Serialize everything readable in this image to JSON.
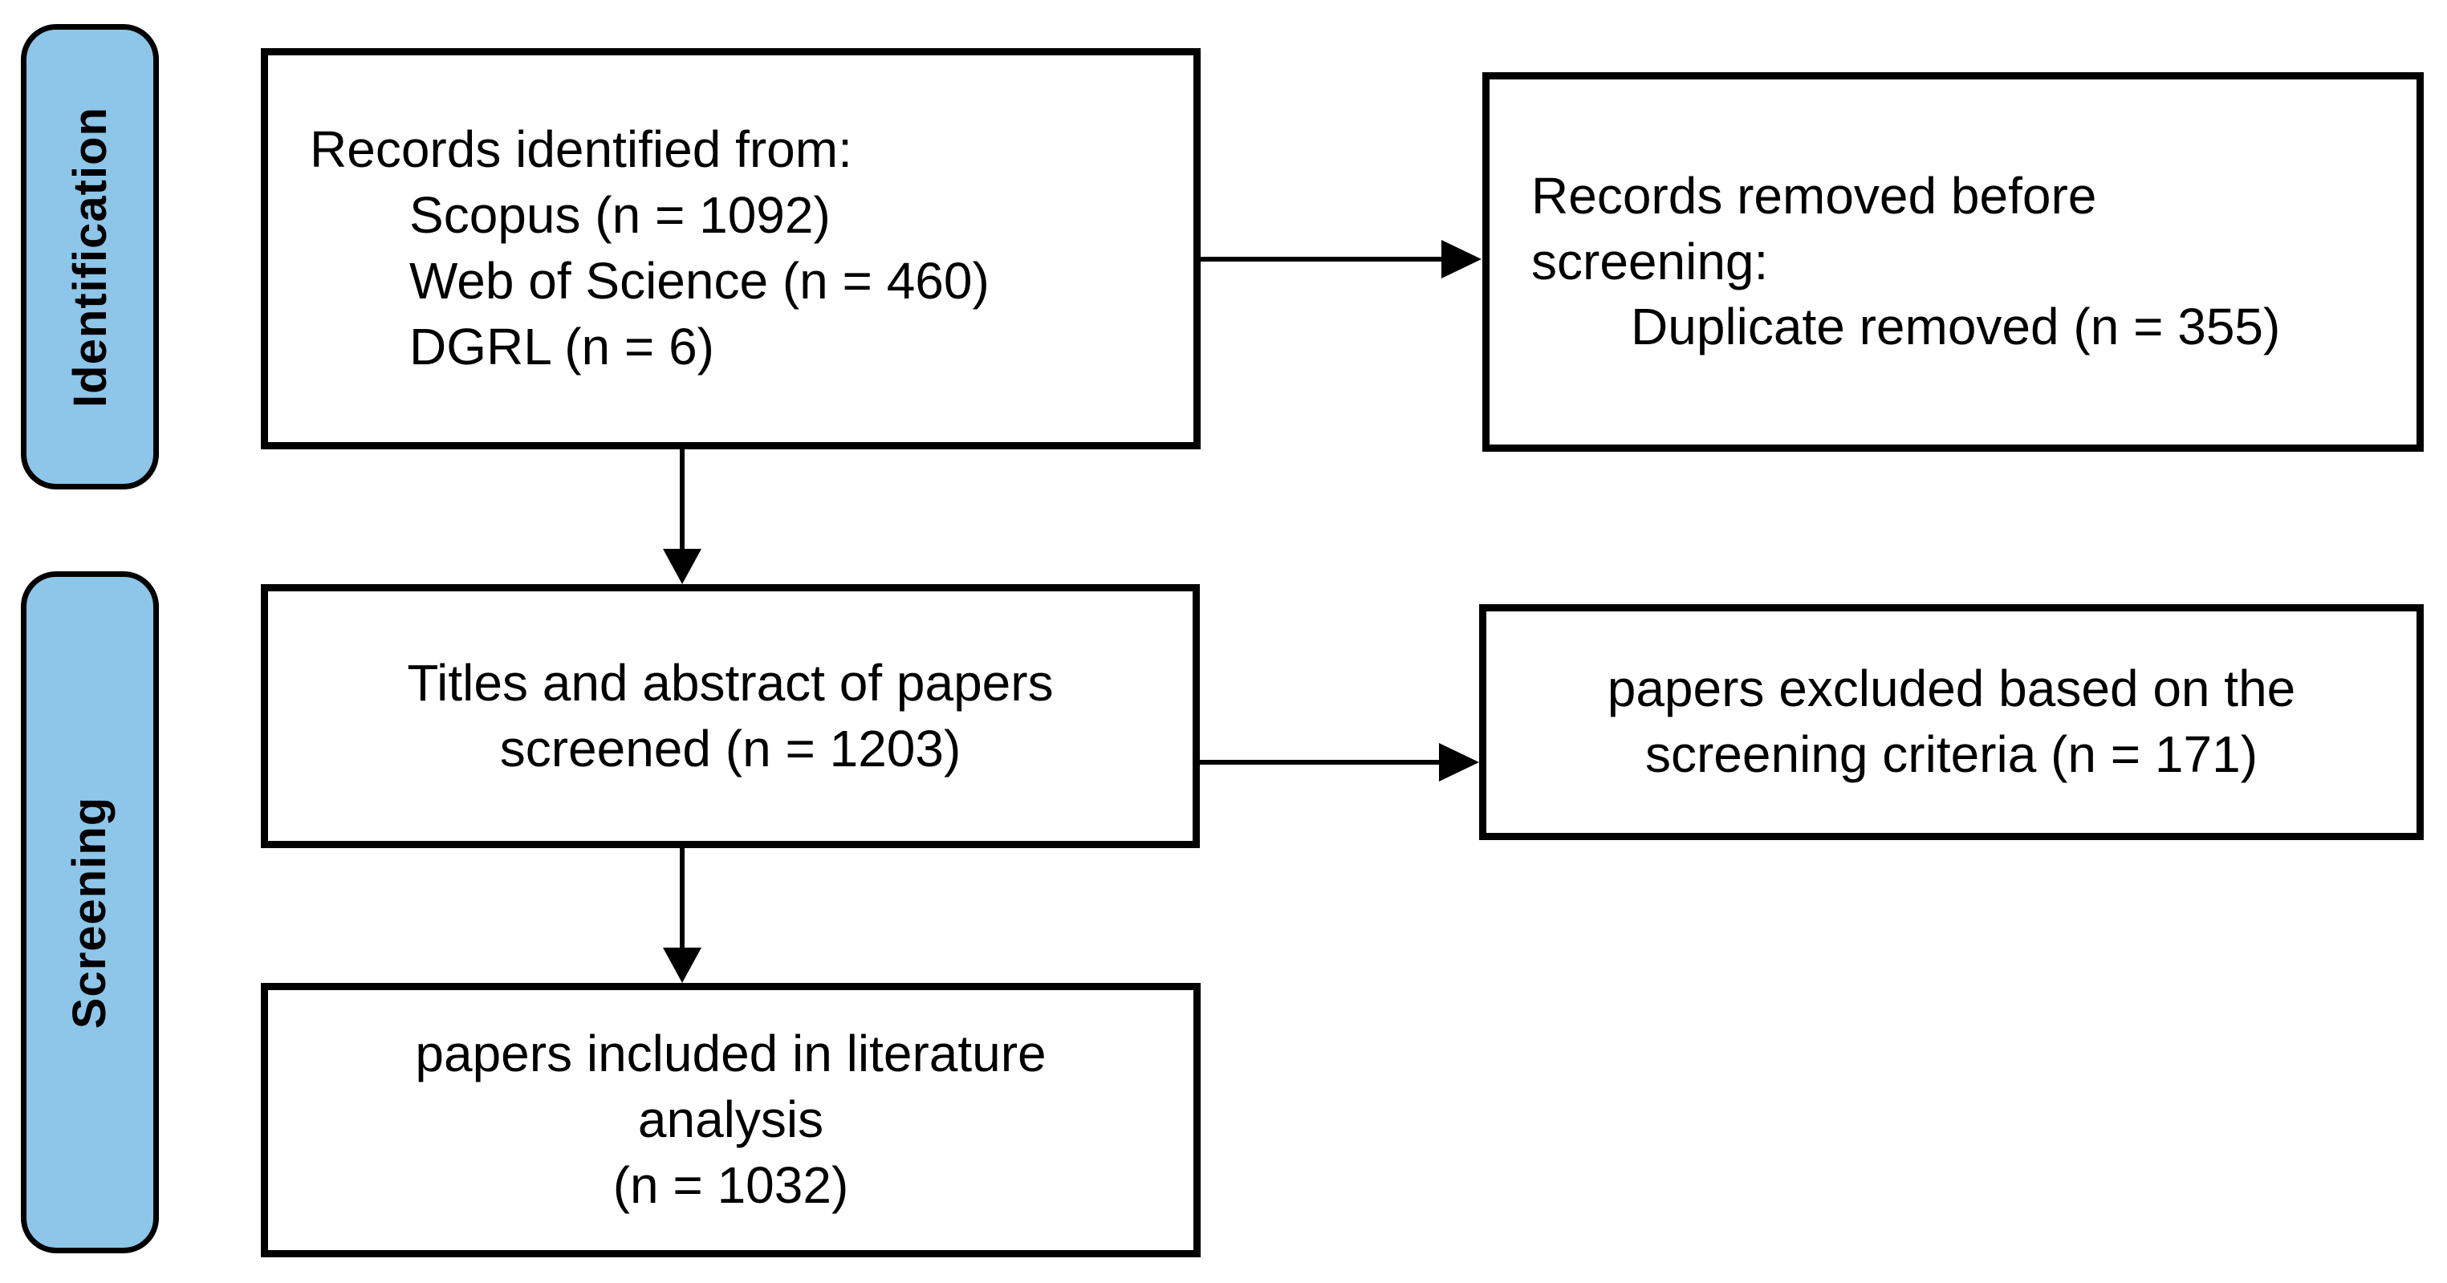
{
  "figure": {
    "type": "prisma-flow-diagram",
    "stages": [
      {
        "label": "Identification"
      },
      {
        "label": "Screening"
      }
    ],
    "boxes": [
      {
        "name": "records-identified",
        "heading": "Records identified from:",
        "items": [
          "Scopus (n = 1092)",
          "Web of Science (n = 460)",
          "DGRL (n = 6)"
        ]
      },
      {
        "name": "records-removed-before-screening",
        "heading": "Records removed before\nscreening:",
        "items": [
          "Duplicate removed (n = 355)"
        ]
      },
      {
        "name": "titles-abstracts-screened",
        "text": "Titles and abstract of papers\nscreened (n = 1203)"
      },
      {
        "name": "papers-excluded",
        "text": "papers excluded based on the\nscreening criteria (n = 171)"
      },
      {
        "name": "papers-included",
        "text": "papers included in literature\nanalysis\n(n = 1032)"
      }
    ],
    "counts": {
      "scopus": 1092,
      "web_of_science": 460,
      "dgrl": 6,
      "duplicates_removed": 355,
      "screened": 1203,
      "excluded": 171,
      "included": 1032
    },
    "colors": {
      "stage_fill": "#8DC6E8",
      "line": "#000000",
      "box_fill": "#FFFFFF",
      "background": "#FFFFFF"
    }
  }
}
